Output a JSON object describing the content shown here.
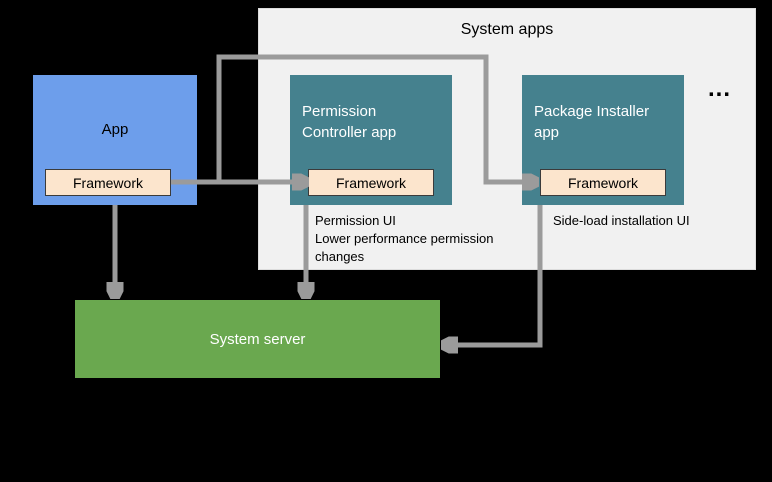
{
  "canvas": {
    "background": "#000000"
  },
  "system_apps": {
    "title": "System apps",
    "more_indicator": "...",
    "bg": "#f1f1f1"
  },
  "app": {
    "label": "App",
    "framework": "Framework",
    "bg": "#6d9eeb"
  },
  "permission_controller": {
    "label": "Permission Controller app",
    "framework": "Framework",
    "bg": "#45818e",
    "annotation": "Permission UI\nLower performance permission changes"
  },
  "package_installer": {
    "label": "Package Installer app",
    "framework": "Framework",
    "bg": "#45818e",
    "annotation": "Side-load installation UI"
  },
  "system_server": {
    "label": "System server",
    "bg": "#6aa84f"
  },
  "colors": {
    "framework_bg": "#fce5cd",
    "arrow": "#9b9b9b",
    "system_apps_bg": "#f1f1f1"
  }
}
